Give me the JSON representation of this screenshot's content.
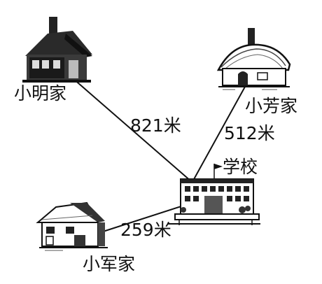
{
  "places": {
    "ming": "小明家",
    "fang": "小芳家",
    "jun": "小军家",
    "school": "学校"
  },
  "distances": {
    "ming_school": "821米",
    "fang_school": "512米",
    "jun_school": "259米"
  },
  "icons": {
    "ming": "cottage-icon",
    "fang": "thatched-house-icon",
    "jun": "house-icon",
    "school": "school-building-icon"
  },
  "colors": {
    "ink": "#111111",
    "background": "#ffffff"
  }
}
